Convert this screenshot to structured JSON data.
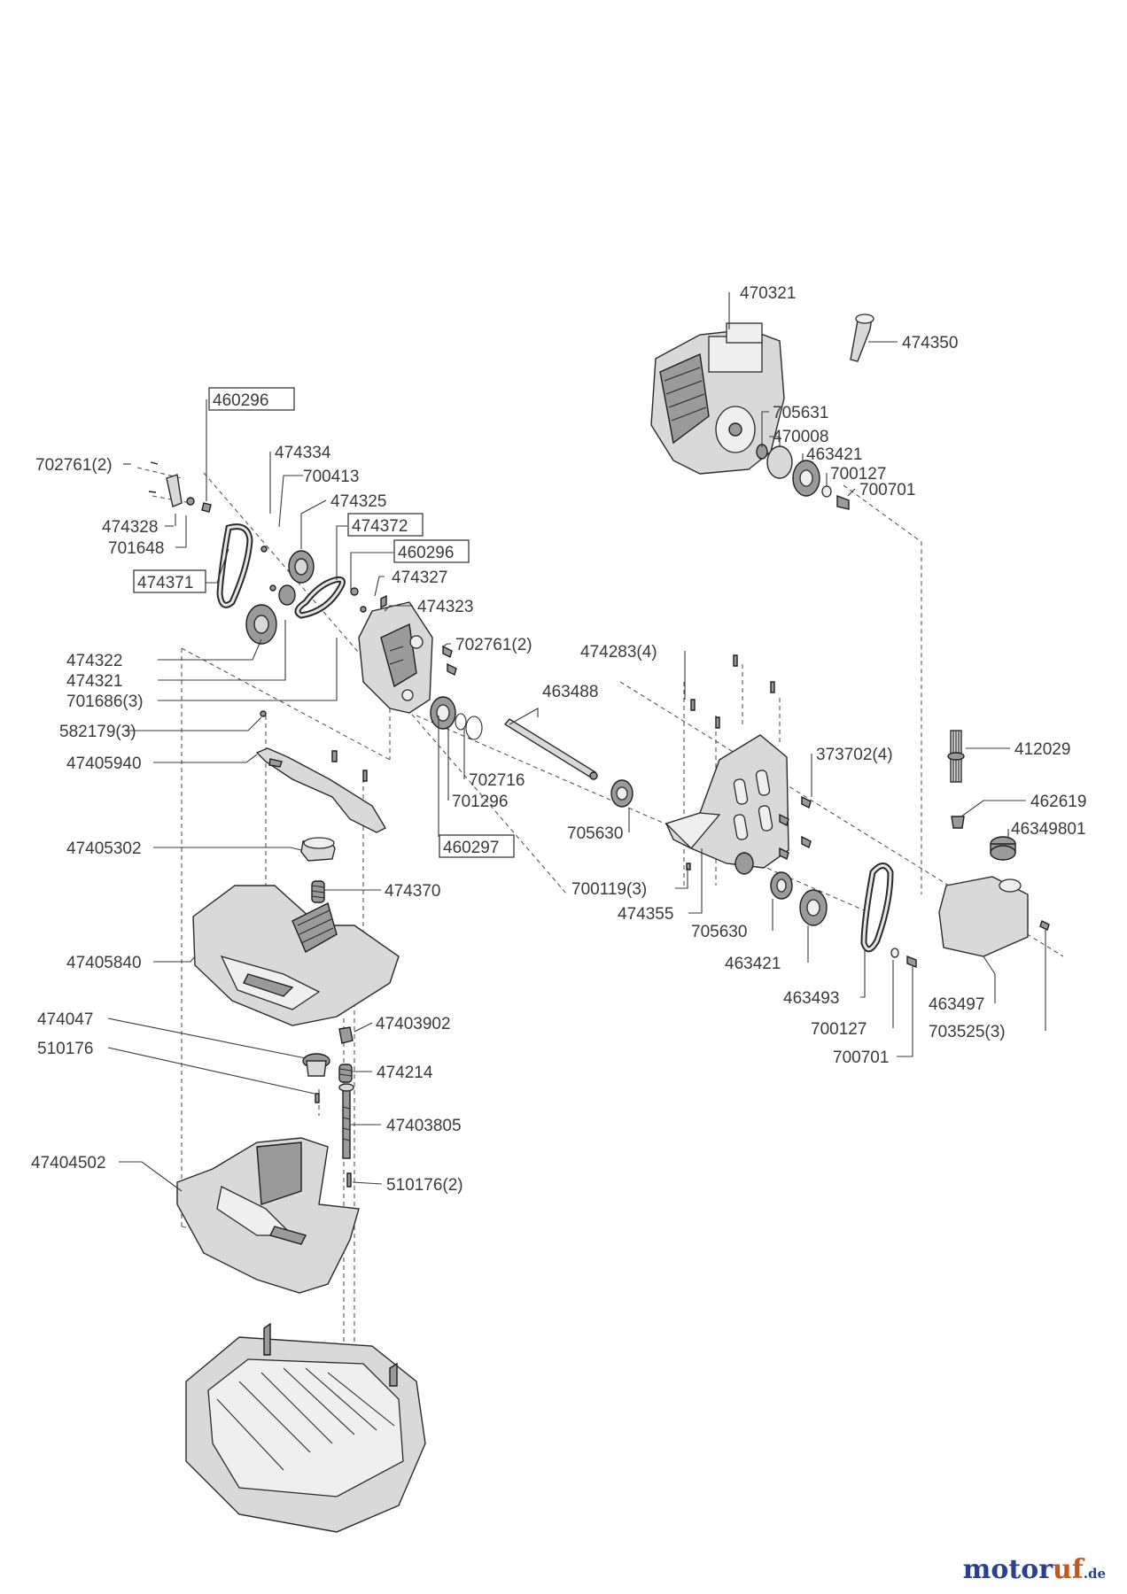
{
  "labels": {
    "l470321": "470321",
    "l474350": "474350",
    "l705631": "705631",
    "l470008": "470008",
    "l463421a": "463421",
    "l700127a": "700127",
    "l700701a": "700701",
    "l460296a": "460296",
    "l702761a": "702761(2)",
    "l474334": "474334",
    "l700413": "700413",
    "l474325": "474325",
    "l474372": "474372",
    "l460296b": "460296",
    "l474328": "474328",
    "l701648": "701648",
    "l474371": "474371",
    "l474327": "474327",
    "l474323": "474323",
    "l702761b": "702761(2)",
    "l474322": "474322",
    "l474321": "474321",
    "l701686": "701686(3)",
    "l474283": "474283(4)",
    "l463488": "463488",
    "l582179": "582179(3)",
    "l47405940": "47405940",
    "l702716": "702716",
    "l701296": "701296",
    "l373702": "373702(4)",
    "l412029": "412029",
    "l462619": "462619",
    "l46349801": "46349801",
    "l705630a": "705630",
    "l47405302": "47405302",
    "l460297": "460297",
    "l700119": "700119(3)",
    "l474355": "474355",
    "l474370": "474370",
    "l705630b": "705630",
    "l47405840": "47405840",
    "l463421b": "463421",
    "l463493": "463493",
    "l463497": "463497",
    "l700127b": "700127",
    "l703525": "703525(3)",
    "l474047": "474047",
    "l47403902": "47403902",
    "l700701b": "700701",
    "l510176a": "510176",
    "l474214": "474214",
    "l47403805": "47403805",
    "l47404502": "47404502",
    "l510176b": "510176(2)"
  },
  "watermark": {
    "main": "motor",
    "accent": "uf",
    "suffix": ".de"
  }
}
